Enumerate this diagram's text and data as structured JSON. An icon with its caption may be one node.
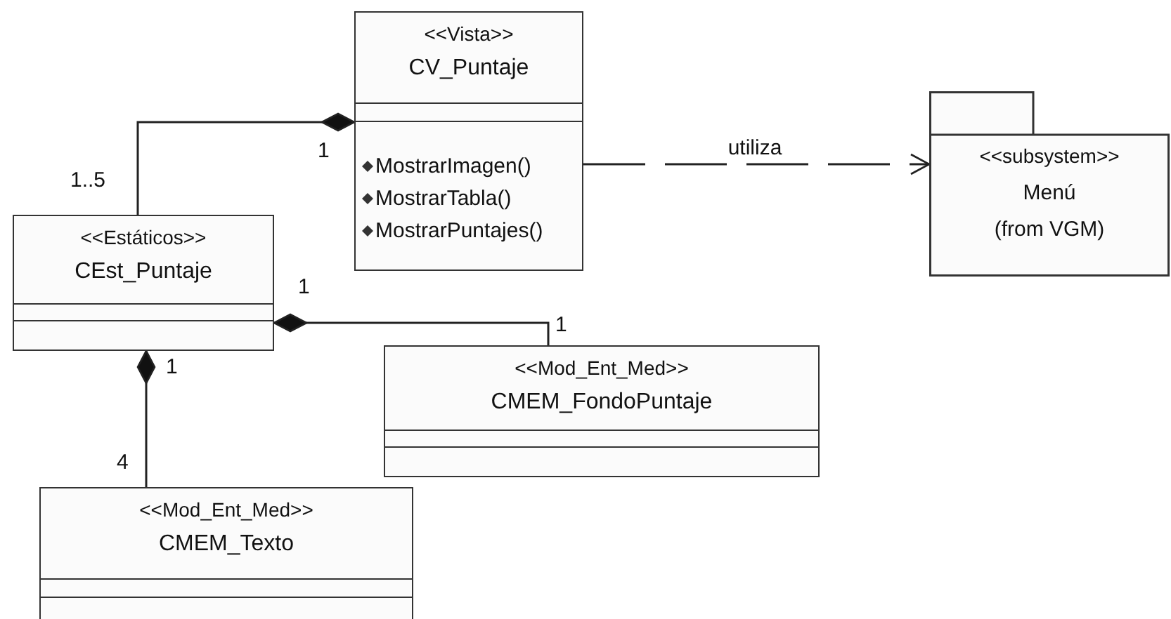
{
  "diagram": {
    "nodes": [
      {
        "text": [
          "<<Vista>>",
          "CV_Puntaje",
          "MostrarImagen()",
          "MostrarTabla()",
          "MostrarPuntajes()"
        ]
      },
      {
        "text": [
          "<<subsystem>>",
          "Menú",
          "(from VGM)"
        ]
      },
      {
        "text": [
          "<<Estáticos>>",
          "CEst_Puntaje"
        ]
      },
      {
        "text": [
          "<<Mod_Ent_Med>>",
          "CMEM_FondoPuntaje"
        ]
      },
      {
        "text": [
          "<<Mod_Ent_Med>>",
          "CMEM_Texto"
        ]
      }
    ],
    "edges": [
      {
        "from": 0,
        "to": 2,
        "arrow": "other"
      },
      {
        "from": 0,
        "to": 1,
        "arrow": "to",
        "label": "utiliza",
        "style": "dashed"
      },
      {
        "from": 2,
        "to": 3,
        "arrow": "other"
      },
      {
        "from": 2,
        "to": 4,
        "arrow": "other"
      }
    ],
    "labels": [
      "1",
      "1..5",
      "1",
      "1",
      "1",
      "4"
    ]
  }
}
